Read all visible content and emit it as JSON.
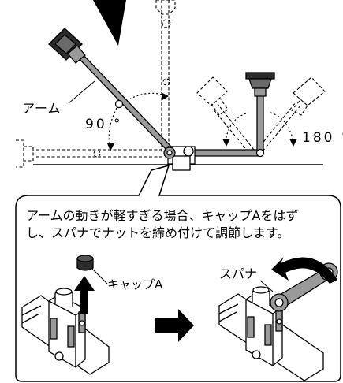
{
  "labels": {
    "arm": "アーム",
    "angle_90": "90 °",
    "angle_180": "180 °",
    "instruction": "アームの動きが軽すぎる場合、キャップAをはず\nし、スパナでナットを締め付けて調節します。",
    "cap": "キャップA",
    "spanner": "スパナ"
  },
  "colors": {
    "line": "#000000",
    "arm_fill": "#9a9a9a",
    "dark_fill": "#2c2c2c",
    "background": "#ffffff"
  }
}
